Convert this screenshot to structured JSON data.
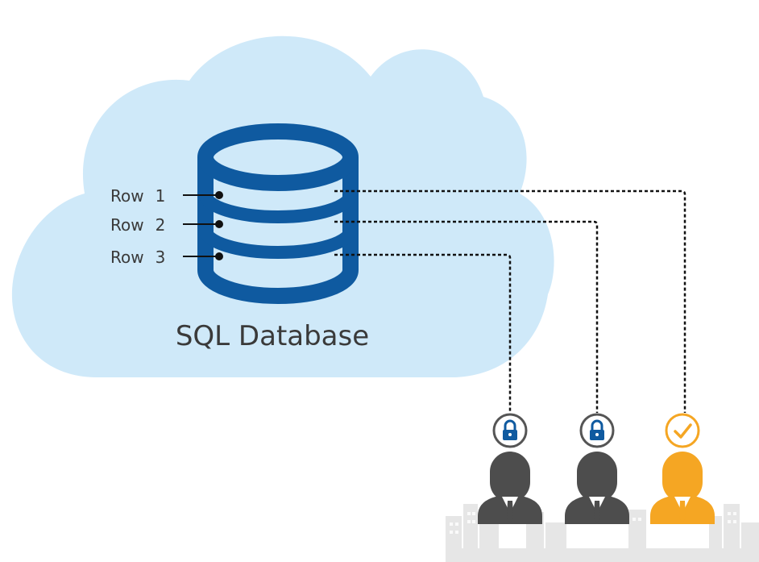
{
  "database": {
    "title": "SQL Database",
    "color": "#0f5aa0"
  },
  "cloud": {
    "color": "#cfe9f9"
  },
  "rows": [
    {
      "word": "Row",
      "number": "1"
    },
    {
      "word": "Row",
      "number": "2"
    },
    {
      "word": "Row",
      "number": "3"
    }
  ],
  "users": [
    {
      "name": "user-1",
      "access_icon": "lock-icon",
      "color": "#4d4d4d",
      "row_link": "Row 3",
      "access": "locked"
    },
    {
      "name": "user-2",
      "access_icon": "lock-icon",
      "color": "#4d4d4d",
      "row_link": "Row 2",
      "access": "locked"
    },
    {
      "name": "user-3",
      "access_icon": "checkmark-icon",
      "color": "#f5a623",
      "row_link": "Row 1",
      "access": "granted"
    }
  ],
  "colors": {
    "lock_badge": "#0f5aa0",
    "check_badge": "#f5a623",
    "skyline": "#e6e6e6",
    "connector": "#111111"
  }
}
